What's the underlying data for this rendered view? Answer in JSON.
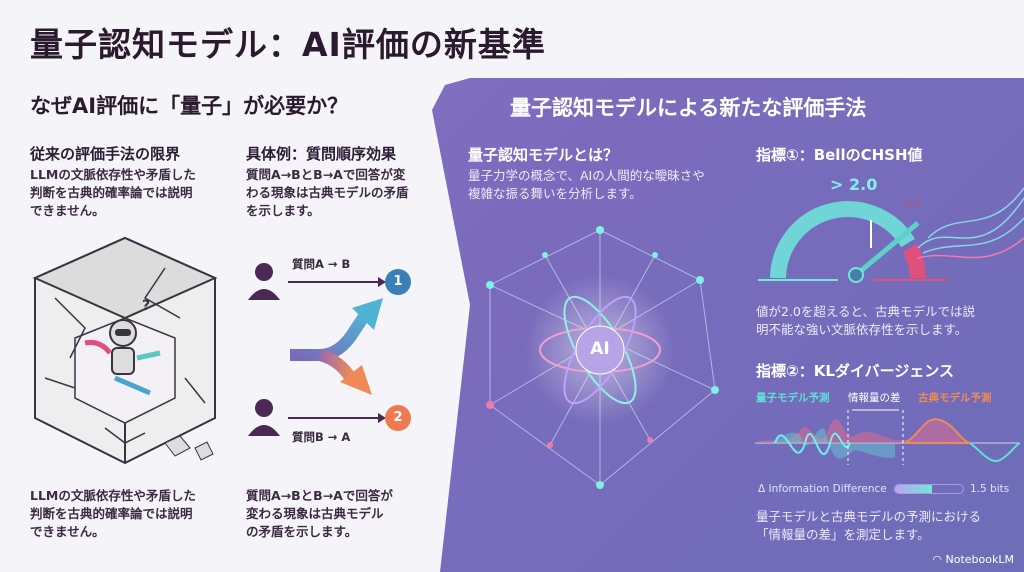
{
  "title": "量子認知モデル：AI評価の新基準",
  "left": {
    "heading": "なぜAI評価に「量子」が必要か？",
    "limits": {
      "title": "従来の評価手法の限界",
      "body": [
        "LLMの文脈依存性や矛盾した",
        "判断を古典的確率論では説明",
        "できません。"
      ]
    },
    "example": {
      "title": "具体例：質問順序効果",
      "body": [
        "質問A→BとB→Aで回答が変",
        "わる現象は古典モデルの矛盾",
        "を示します。"
      ],
      "q1": "質問A → B",
      "q2": "質問B → A",
      "n1": "1",
      "n2": "2"
    },
    "caption1": [
      "LLMの文脈依存性や矛盾した",
      "判断を古典的確率論では説明",
      "できません。"
    ],
    "caption2": [
      "質問A→BとB→Aで回答が",
      "変わる現象は古典モデル",
      "の矛盾を示します。"
    ],
    "robot_mark": "?"
  },
  "right": {
    "heading": "量子認知モデルによる新たな評価手法",
    "what": {
      "title": "量子認知モデルとは？",
      "body": [
        "量子力学の概念で、AIの人間的な曖昧さや",
        "複雑な振る舞いを分析します。"
      ],
      "center": "AI"
    },
    "bell": {
      "title": "指標①：BellのCHSH値",
      "gauge_label": "> 2.0",
      "threshold": "2.0",
      "body": [
        "値が2.0を超えると、古典モデルでは説",
        "明不能な強い文脈依存性を示します。"
      ]
    },
    "kl": {
      "title": "指標②：KLダイバージェンス",
      "quantum": "量子モデル予測",
      "diff": "情報量の差",
      "classical": "古典モデル予測",
      "bar_label": "Δ Information Difference",
      "bar_value": "1.5 bits",
      "bar_fill": 0.55,
      "body": [
        "量子モデルと古典モデルの予測における",
        "「情報量の差」を測定します。"
      ]
    }
  },
  "brand": "NotebookLM",
  "colors": {
    "panel": "#7c6bbd",
    "teal": "#5fe0d6",
    "pink": "#e0507a",
    "orange": "#ef8a58",
    "dark": "#4a2a55"
  }
}
